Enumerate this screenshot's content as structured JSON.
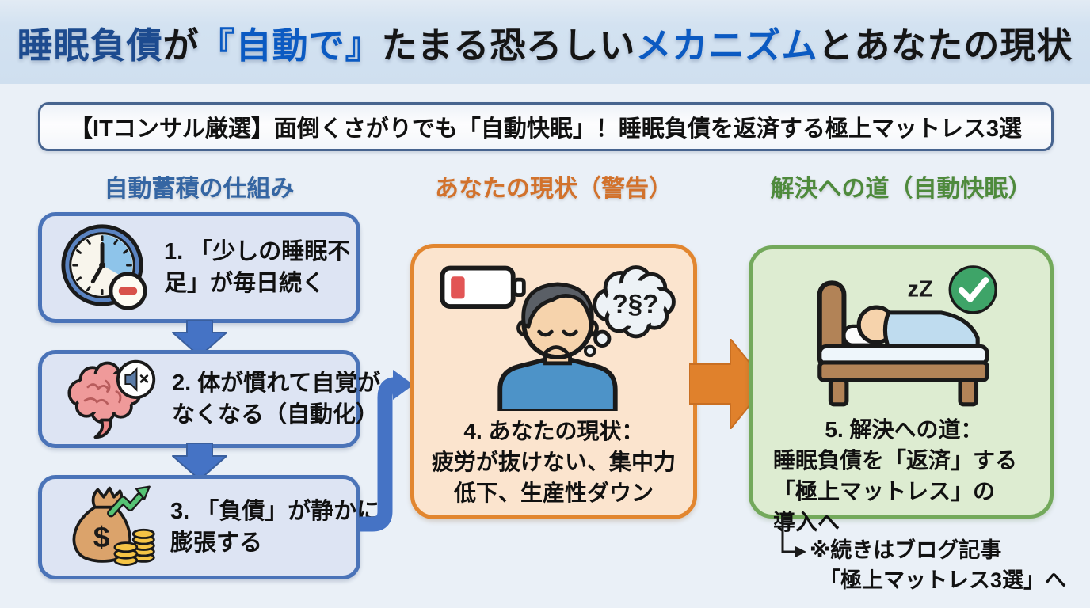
{
  "title": {
    "segments": [
      {
        "text": "睡眠負債",
        "color": "#1d4b8f"
      },
      {
        "text": "が",
        "color": "#151515"
      },
      {
        "text": "『自動で』",
        "color": "#0b5ac2"
      },
      {
        "text": "たまる恐ろしい",
        "color": "#151515"
      },
      {
        "text": "メカニズム",
        "color": "#0b5ac2"
      },
      {
        "text": "とあなたの現状",
        "color": "#151515"
      }
    ]
  },
  "subtitle": "【ITコンサル厳選】面倒くさがりでも「自動快眠」！睡眠負債を返済する極上マットレス3選",
  "columns": {
    "accumulation": {
      "header": "自動蓄積の仕組み",
      "header_color": "#3566a3"
    },
    "warning": {
      "header": "あなたの現状（警告）",
      "header_color": "#d2722c"
    },
    "solution": {
      "header": "解決への道（自動快眠）",
      "header_color": "#4e8a3c"
    }
  },
  "flow": {
    "steps": [
      {
        "icon": "clock-minus-icon",
        "lines": [
          "1. 「少しの睡眠不",
          "足」が毎日続く"
        ]
      },
      {
        "icon": "brain-muted-icon",
        "lines": [
          "2. 体が慣れて自覚が",
          "なくなる（自動化）"
        ]
      },
      {
        "icon": "money-bag-growth-icon",
        "money_symbol": "$",
        "lines": [
          "3. 「負債」が静かに",
          "膨張する"
        ]
      }
    ]
  },
  "warning_box": {
    "illustration": "tired-person-low-battery",
    "thought_text": "?§?",
    "lines": [
      "4. あなたの現状：",
      "疲労が抜けない、集中力",
      "低下、生産性ダウン"
    ]
  },
  "solution_box": {
    "illustration": "sleeping-person-bed-check",
    "zzz": "zZ",
    "lines": [
      "5. 解決への道：",
      "睡眠負債を「返済」する",
      "「極上マットレス」の",
      "導入へ"
    ]
  },
  "note": {
    "lines": [
      "※続きはブログ記事",
      "「極上マットレス3選」へ"
    ]
  },
  "colors": {
    "title_band_bg": "#d3e2f1",
    "main_bg": "#eaf0f7",
    "subtitle_border": "#47648f",
    "flow_box_border": "#4a73b8",
    "flow_box_fill": "#dde4f3",
    "flow_arrow": "#4573c5",
    "warning_border": "#e2862f",
    "warning_fill": "#fbe4ce",
    "warning_arrow": "#e0812c",
    "solution_border": "#73a95b",
    "solution_fill": "#ddecd1"
  }
}
